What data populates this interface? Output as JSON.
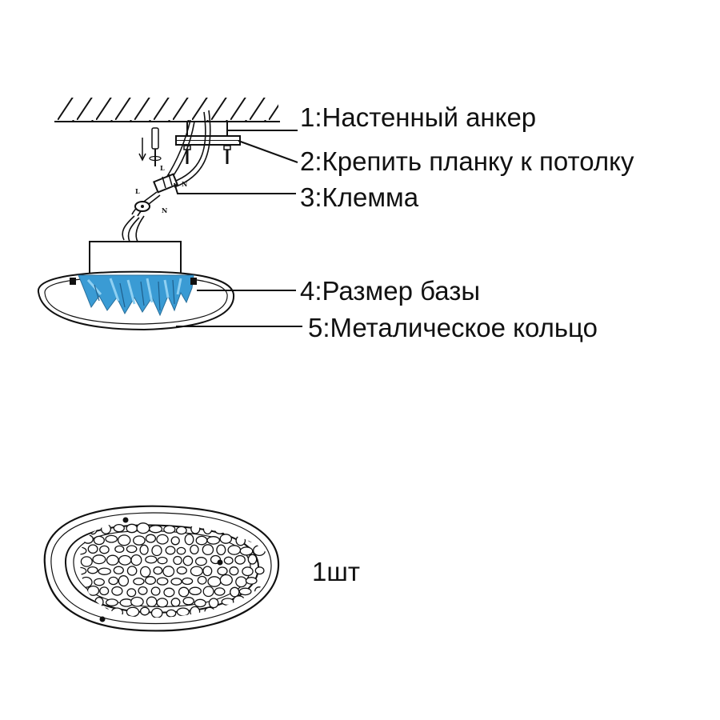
{
  "labels": {
    "wall_anchor": "1:Настенный анкер",
    "mount_bar": "2:Крепить планку к потолку",
    "terminal": "3:Клемма",
    "base_size": "4:Размер базы",
    "metal_ring": "5:Металическое кольцо"
  },
  "wire_marks": {
    "l_upper": "L",
    "n_upper": "N",
    "l_lower": "L",
    "n_lower": "N"
  },
  "quantity": "1шт",
  "colors": {
    "ink": "#111111",
    "crystal": "#3a9bd4",
    "crystal_light": "#8fd0f2"
  }
}
